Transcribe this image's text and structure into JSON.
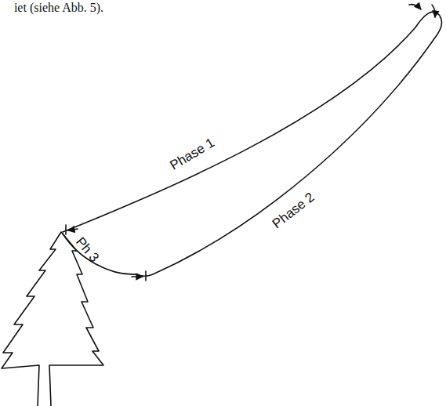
{
  "diagram": {
    "labels": [
      "iet (siehe Abb. 5).",
      "Phase 1",
      "Phase 2",
      "Ph 3"
    ]
  }
}
